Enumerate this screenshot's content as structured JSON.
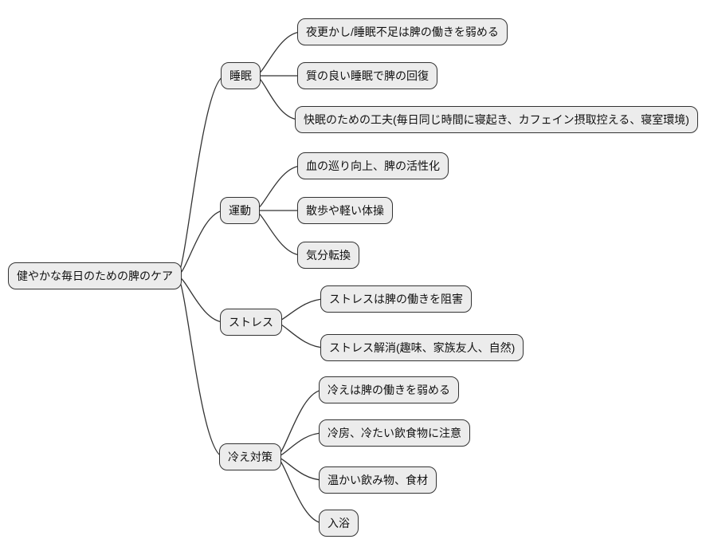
{
  "diagram": {
    "type": "mindmap",
    "title_none_shown": "",
    "root": {
      "label": "健やかな毎日のための脾のケア"
    },
    "branches": [
      {
        "label": "睡眠",
        "children": [
          "夜更かし/睡眠不足は脾の働きを弱める",
          "質の良い睡眠で脾の回復",
          "快眠のための工夫(毎日同じ時間に寝起き、カフェイン摂取控える、寝室環境)"
        ]
      },
      {
        "label": "運動",
        "children": [
          "血の巡り向上、脾の活性化",
          "散歩や軽い体操",
          "気分転換"
        ]
      },
      {
        "label": "ストレス",
        "children": [
          "ストレスは脾の働きを阻害",
          "ストレス解消(趣味、家族友人、自然)"
        ]
      },
      {
        "label": "冷え対策",
        "children": [
          "冷えは脾の働きを弱める",
          "冷房、冷たい飲食物に注意",
          "温かい飲み物、食材",
          "入浴"
        ]
      }
    ],
    "colors": {
      "background": "#ffffff",
      "node_fill": "#ececec",
      "node_border": "#333333",
      "connector": "#333333",
      "text": "#111111"
    }
  }
}
